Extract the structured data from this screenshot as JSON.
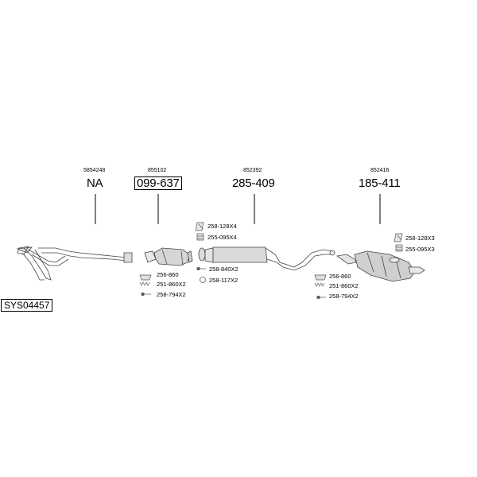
{
  "diagram": {
    "system_code": "SYS04457",
    "parts": [
      {
        "oem_code": "5854248",
        "part_number": "NA",
        "boxed": false,
        "accessories": []
      },
      {
        "oem_code": "855102",
        "part_number": "099-637",
        "boxed": true,
        "accessories": [
          "256-860",
          "251-860X2",
          "258-794X2"
        ]
      },
      {
        "oem_code": "852392",
        "part_number": "285-409",
        "boxed": false,
        "accessories_top": [
          "258-128X4",
          "255-095X4"
        ],
        "accessories_bottom": [
          "258-840X2",
          "258-117X2"
        ]
      },
      {
        "oem_code": "852416",
        "part_number": "185-411",
        "boxed": false,
        "accessories_top": [
          "258-128X3",
          "255-095X3"
        ],
        "accessories_bottom": [
          "256-860",
          "251-860X2",
          "258-794X2"
        ]
      }
    ]
  }
}
